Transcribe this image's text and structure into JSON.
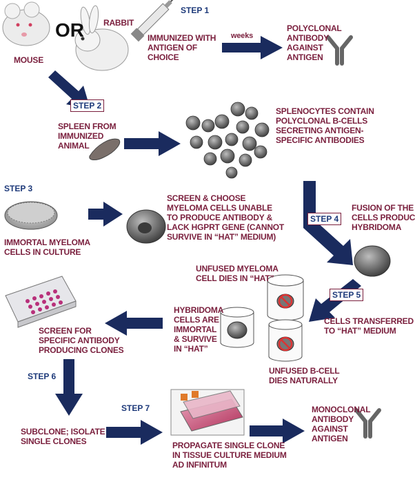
{
  "labels": {
    "mouse": "MOUSE",
    "or": "OR",
    "rabbit": "RABBIT",
    "immunized": "IMMUNIZED WITH\nANTIGEN OF\nCHOICE",
    "weeks": "weeks",
    "polyclonal": "POLYCLONAL\nANTIBODY\nAGAINST\nANTIGEN",
    "spleen": "SPLEEN FROM\nIMMUNIZED\nANIMAL",
    "splenocytes": "SPLENOCYTES CONTAIN\nPOLYCLONAL B-CELLS\nSECRETING ANTIGEN-\nSPECIFIC ANTIBODIES",
    "myeloma_culture": "IMMORTAL MYELOMA\nCELLS IN CULTURE",
    "screen_myeloma": "SCREEN & CHOOSE\nMYELOMA CELLS UNABLE\nTO PRODUCE ANTIBODY &\nLACK HGPRT GENE (CANNOT\nSURVIVE IN “HAT” MEDIUM)",
    "fusion": "FUSION OF THE\nCELLS PRODUCES\nHYBRIDOMA",
    "unfused_myeloma": "UNFUSED MYELOMA\nCELL DIES IN “HAT”",
    "transferred": "CELLS TRANSFERRED\nTO “HAT” MEDIUM",
    "hybridoma_immortal": "HYBRIDOMA\nCELLS ARE\nIMMORTAL\n& SURVIVE\nIN “HAT”",
    "unfused_bcell": "UNFUSED B-CELL\nDIES NATURALLY",
    "screen_specific": "SCREEN FOR\nSPECIFIC ANTIBODY\nPRODUCING CLONES",
    "subclone": "SUBCLONE; ISOLATE\nSINGLE CLONES",
    "propagate": "PROPAGATE SINGLE CLONE\nIN TISSUE CULTURE MEDIUM\nAD INFINITUM",
    "monoclonal": "MONOCLONAL\nANTIBODY\nAGAINST\nANTIGEN"
  },
  "steps": {
    "s1": "STEP 1",
    "s2": "STEP 2",
    "s3": "STEP 3",
    "s4": "STEP 4",
    "s5": "STEP 5",
    "s6": "STEP 6",
    "s7": "STEP 7"
  },
  "colors": {
    "arrow": "#1a2b5e",
    "label": "#7a1f3d",
    "step": "#1e3a7a"
  }
}
